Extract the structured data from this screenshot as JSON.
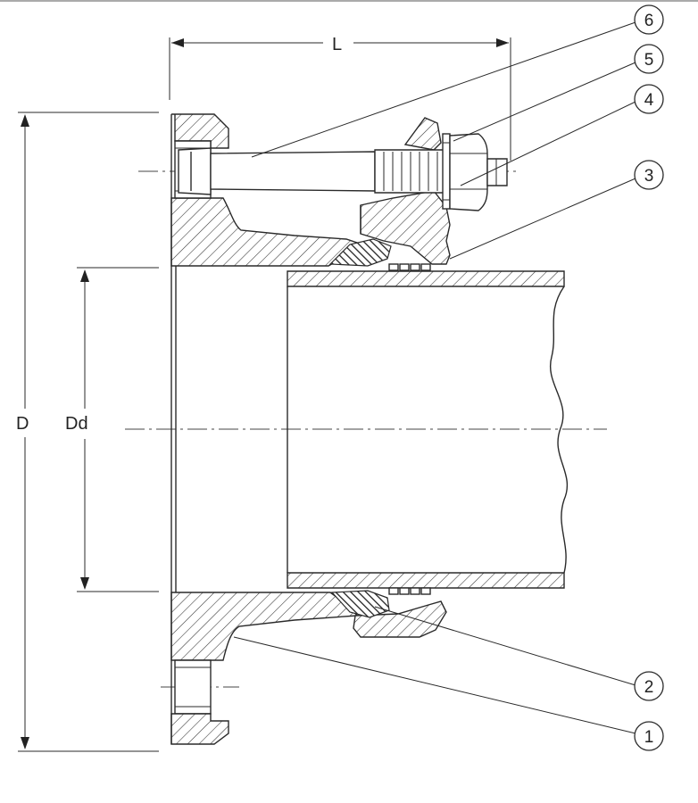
{
  "dimensions": {
    "length": "L",
    "outer_diameter": "D",
    "nominal_diameter": "Dd"
  },
  "callouts": [
    "1",
    "2",
    "3",
    "4",
    "5",
    "6"
  ]
}
